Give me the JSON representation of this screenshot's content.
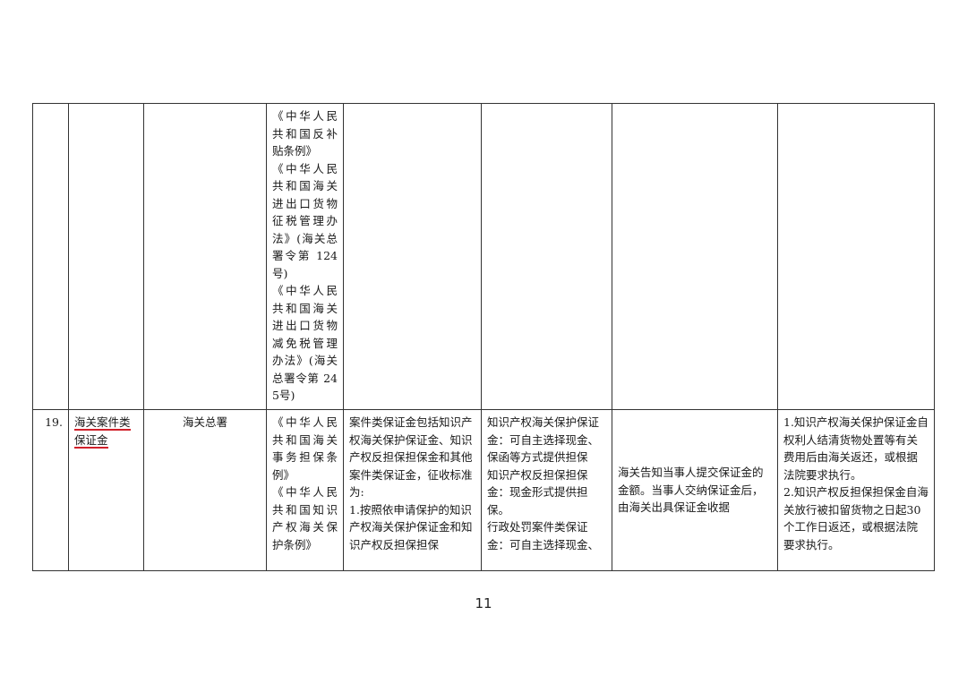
{
  "table": {
    "rows": [
      {
        "number": "",
        "name": [],
        "authority": "",
        "basis": [
          "《中华人民共和国反补贴条例》",
          "《中华人民共和国海关进出口货物征税管理办法》(海关总署令第 124号)",
          "《中华人民共和国海关进出口货物减免税管理办法》(海关总署令第 245号)"
        ],
        "scope": [],
        "method": [],
        "procedure": [],
        "refund": []
      },
      {
        "number": "19.",
        "name": [
          "海关案件类",
          "保证金"
        ],
        "authority": "海关总署",
        "basis": [
          "《中华人民共和国海关事务担保条例》",
          "《中华人民共和国知识产权海关保护条例》"
        ],
        "scope": [
          "案件类保证金包括知识产权海关保护保证金、知识产权反担保担保金和其他案件类保证金，征收标准为:",
          "1.按照依申请保护的知识产权海关保护保证金和知识产权反担保担保"
        ],
        "method": [
          "知识产权海关保护保证金：可自主选择现金、保函等方式提供担保",
          "知识产权反担保担保金：现金形式提供担保。",
          "行政处罚案件类保证金：可自主选择现金、"
        ],
        "procedure": [
          "海关告知当事人提交保证金的金额。当事人交纳保证金后，由海关出具保证金收据"
        ],
        "refund": [
          "1.知识产权海关保护保证金自权利人结清货物处置等有关费用后由海关返还，或根据法院要求执行。",
          "2.知识产权反担保担保金自海关放行被扣留货物之日起30个工作日返还，或根据法院要求执行。"
        ]
      }
    ]
  },
  "page_number": "11",
  "colors": {
    "underline": "#d0202a",
    "border": "#333333"
  }
}
